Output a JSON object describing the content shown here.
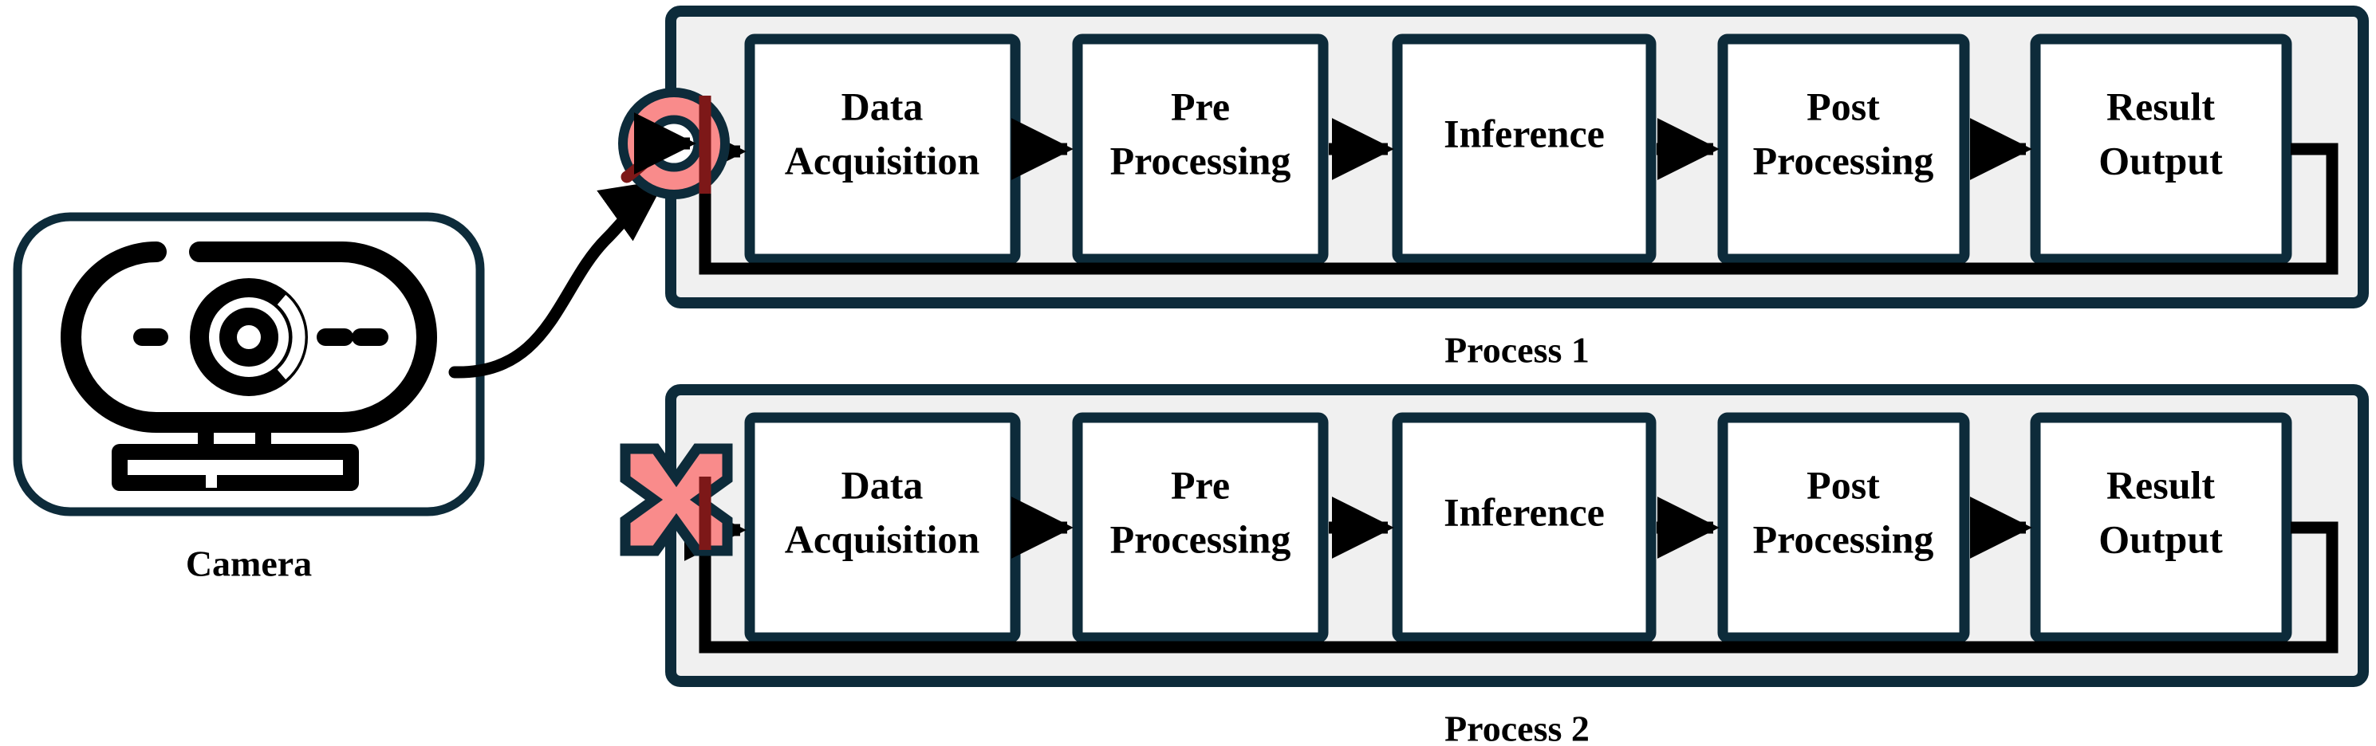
{
  "figure": {
    "kind": "pipeline-block-diagram",
    "background": "#ffffff",
    "colors": {
      "stroke_navy": "#0d2b3a",
      "panel_fill": "#f0f0f0",
      "box_fill": "#ffffff",
      "arrow_black": "#000000",
      "marker_pink_fill": "#f98b8b",
      "marker_pink_stroke": "#0d2b3a",
      "occluded_dark_red": "#7d1818",
      "text_black": "#000000"
    }
  },
  "source": {
    "device_label": "Camera",
    "device_icon": "webcam-icon"
  },
  "processes": [
    {
      "id": "process-1",
      "caption": "Process 1",
      "input_marker": "ring-marker",
      "input_marker_state": "active",
      "stages": [
        {
          "line1": "Data",
          "line2": "Acquisition"
        },
        {
          "line1": "Pre",
          "line2": "Processing"
        },
        {
          "line1": "Inference",
          "line2": ""
        },
        {
          "line1": "Post",
          "line2": "Processing"
        },
        {
          "line1": "Result",
          "line2": "Output"
        }
      ],
      "feedback_loop": true
    },
    {
      "id": "process-2",
      "caption": "Process 2",
      "input_marker": "cross-marker",
      "input_marker_state": "blocked",
      "stages": [
        {
          "line1": "Data",
          "line2": "Acquisition"
        },
        {
          "line1": "Pre",
          "line2": "Processing"
        },
        {
          "line1": "Inference",
          "line2": ""
        },
        {
          "line1": "Post",
          "line2": "Processing"
        },
        {
          "line1": "Result",
          "line2": "Output"
        }
      ],
      "feedback_loop": true
    }
  ]
}
